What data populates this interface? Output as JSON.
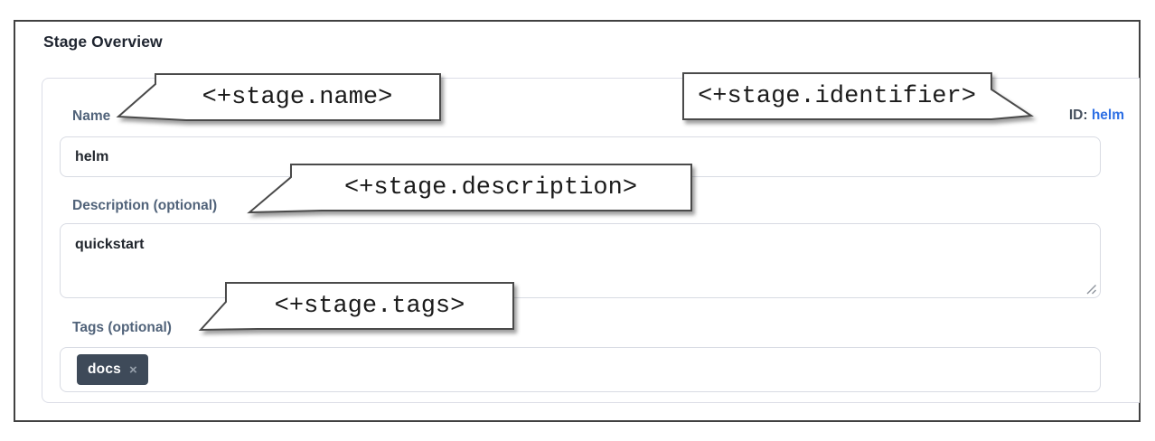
{
  "header": {
    "title": "Stage Overview"
  },
  "form": {
    "name": {
      "label": "Name",
      "value": "helm"
    },
    "identifier": {
      "label": "ID:",
      "value": "helm"
    },
    "description": {
      "label": "Description (optional)",
      "value": "quickstart"
    },
    "tags": {
      "label": "Tags (optional)",
      "chips": [
        {
          "label": "docs",
          "remove_label": "×"
        }
      ]
    }
  },
  "callouts": {
    "name": "<+stage.name>",
    "identifier": "<+stage.identifier>",
    "description": "<+stage.description>",
    "tags": "<+stage.tags>"
  },
  "colors": {
    "link_blue": "#2d6fe4",
    "chip_background": "#3e4a59",
    "label_text": "#51637a",
    "callout_border": "#4a4a4a",
    "frame_border": "#414141"
  }
}
